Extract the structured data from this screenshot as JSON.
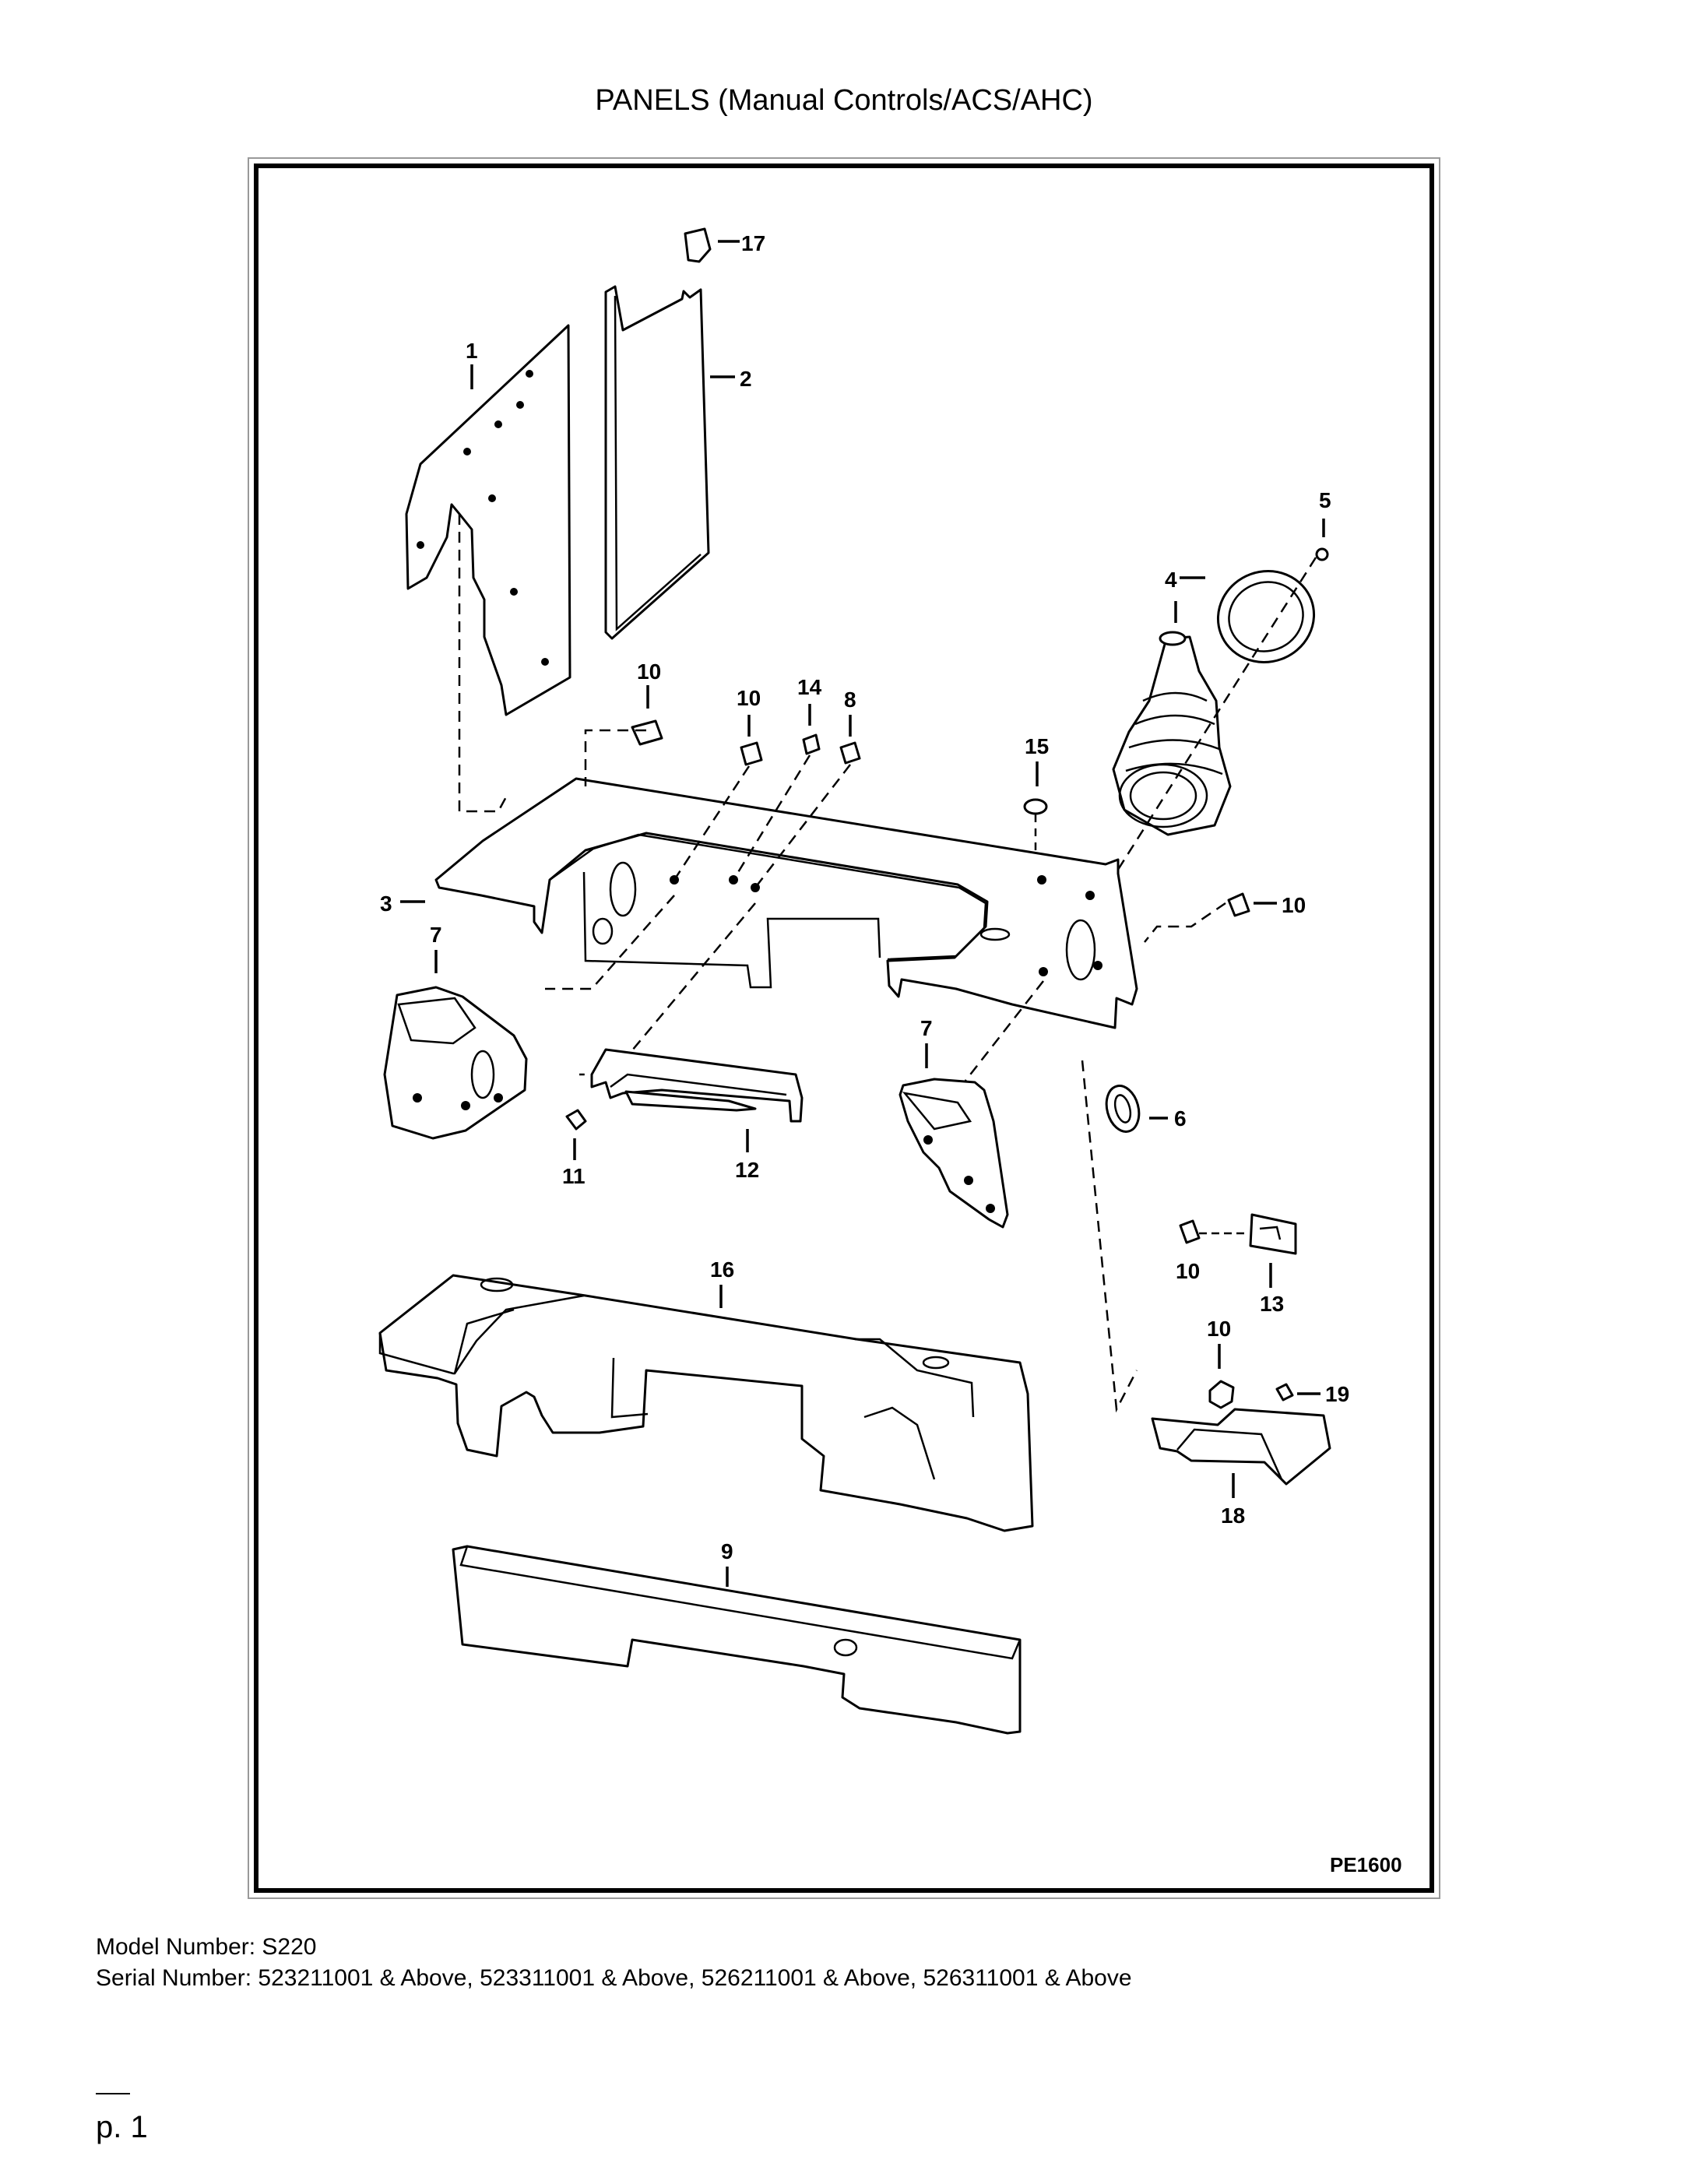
{
  "title": "PANELS (Manual Controls/ACS/AHC)",
  "figure_code": "PE1600",
  "model_line": "Model Number: S220",
  "serial_line": "Serial Number: 523211001 & Above, 523311001 & Above, 526211001 & Above, 526311001 & Above",
  "page_label": "p. 1",
  "callouts": {
    "c1": "1",
    "c2": "2",
    "c3": "3",
    "c4": "4",
    "c5": "5",
    "c6": "6",
    "c7a": "7",
    "c7b": "7",
    "c8": "8",
    "c9": "9",
    "c10a": "10",
    "c10b": "10",
    "c10c": "10",
    "c10d": "10",
    "c10e": "10",
    "c11": "11",
    "c12": "12",
    "c13": "13",
    "c14": "14",
    "c15": "15",
    "c16": "16",
    "c17": "17",
    "c18": "18",
    "c19": "19"
  }
}
